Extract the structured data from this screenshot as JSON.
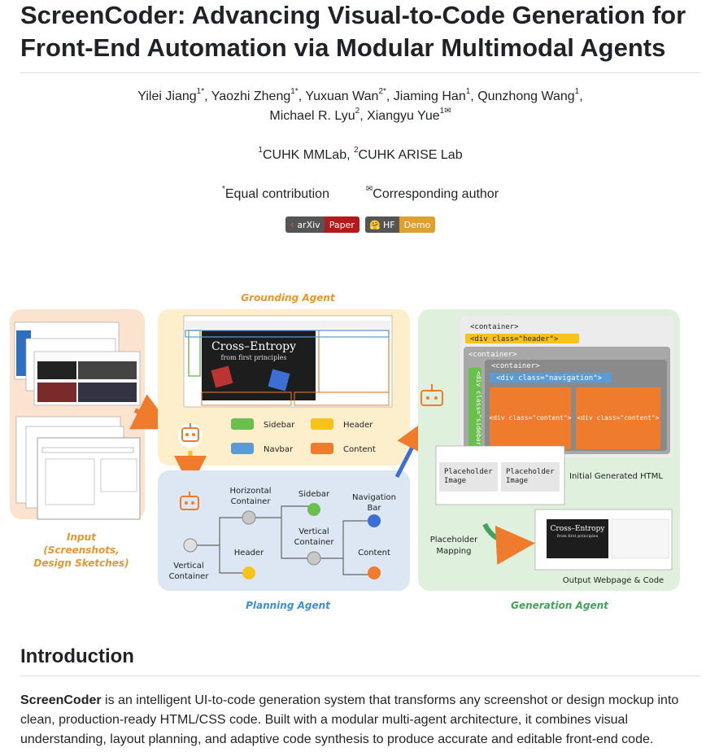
{
  "title": "ScreenCoder: Advancing Visual-to-Code Generation for Front-End Automation via Modular Multimodal Agents",
  "authors": [
    {
      "name": "Yilei Jiang",
      "sup": "1*"
    },
    {
      "name": "Yaozhi Zheng",
      "sup": "1*"
    },
    {
      "name": "Yuxuan Wan",
      "sup": "2*"
    },
    {
      "name": "Jiaming Han",
      "sup": "1"
    },
    {
      "name": "Qunzhong Wang",
      "sup": "1"
    },
    {
      "name": "Michael R. Lyu",
      "sup": "2"
    },
    {
      "name": "Xiangyu Yue",
      "sup": "1✉"
    }
  ],
  "affiliations": [
    {
      "sup": "1",
      "name": "CUHK MMLab"
    },
    {
      "sup": "2",
      "name": "CUHK ARISE Lab"
    }
  ],
  "notes": {
    "equal_sup": "*",
    "equal": "Equal contribution",
    "corr_sup": "✉",
    "corr": "Corresponding author"
  },
  "badges": [
    {
      "left": "arXiv",
      "right": "Paper",
      "color": "#b31b1b"
    },
    {
      "left": "HF",
      "right": "Demo",
      "color": "#e0a030"
    }
  ],
  "figure": {
    "grounding_agent": "Grounding Agent",
    "planning_agent": "Planning Agent",
    "generation_agent": "Generation Agent",
    "input_label_1": "Input",
    "input_label_2": "(Screenshots,",
    "input_label_3": "Design Sketches)",
    "legend": {
      "sidebar": "Sidebar",
      "header": "Header",
      "navbar": "Navbar",
      "content": "Content"
    },
    "tree": {
      "horizontal_container_1": "Horizontal",
      "horizontal_container_2": "Container",
      "sidebar": "Sidebar",
      "navigation_bar_1": "Navigation",
      "navigation_bar_2": "Bar",
      "vertical_container_1": "Vertical",
      "vertical_container_2": "Container",
      "header": "Header",
      "content": "Content",
      "root_vertical_1": "Vertical",
      "root_vertical_2": "Container"
    },
    "html": {
      "container": "<container>",
      "div_header": "<div class=\"header\">",
      "container2": "<container>",
      "container3": "<container>",
      "div_navigation": "<div class=\"navigation\">",
      "div_sidebar": "<div class=\"sidebar\">",
      "div_content_1": "<div class=\"content\">",
      "div_content_2": "<div class=\"content\">"
    },
    "initial_html": "Initial Generated HTML",
    "placeholder_image_1_a": "Placeholder",
    "placeholder_image_1_b": "Image",
    "placeholder_image_2_a": "Placeholder",
    "placeholder_image_2_b": "Image",
    "placeholder_mapping_1": "Placeholder",
    "placeholder_mapping_2": "Mapping",
    "output": "Output Webpage & Code",
    "thumb_title_1": "Cross–Entropy",
    "thumb_title_2": "from first principles",
    "colors": {
      "orange_label": "#e8962f",
      "blue_label": "#3c8fd4",
      "green_label": "#43a35a",
      "sidebar": "#6bbf4f",
      "header": "#f7c21c",
      "navbar": "#5b9bd5",
      "content": "#ef7b2d"
    }
  },
  "introduction": {
    "heading": "Introduction",
    "lead": "ScreenCoder",
    "text": " is an intelligent UI-to-code generation system that transforms any screenshot or design mockup into clean, production-ready HTML/CSS code. Built with a modular multi-agent architecture, it combines visual understanding, layout planning, and adaptive code synthesis to produce accurate and editable front-end code."
  }
}
